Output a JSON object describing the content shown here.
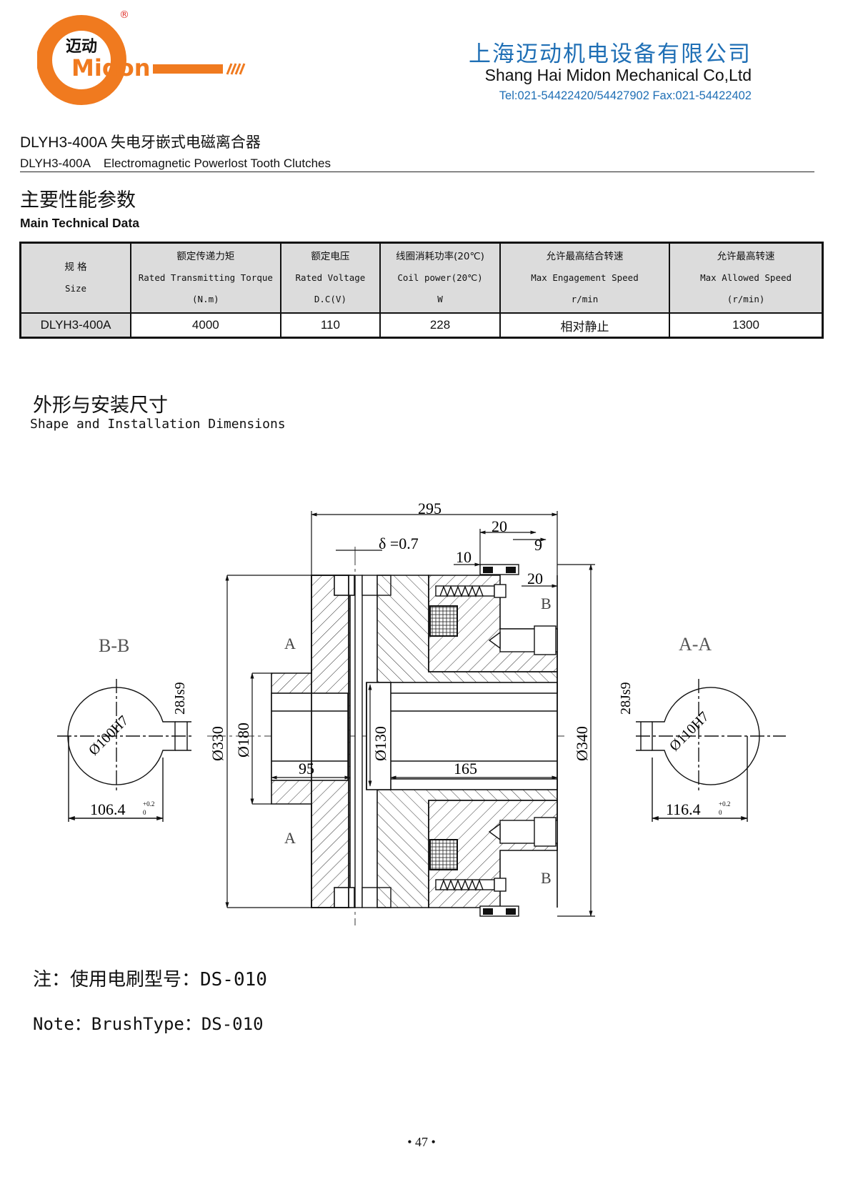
{
  "header": {
    "logo_text": "Midon",
    "logo_cn": "迈动",
    "logo_reg": "®",
    "company_cn": "上海迈动机电设备有限公司",
    "company_en": "Shang Hai Midon Mechanical Co,Ltd",
    "contact": "Tel:021-54422420/54427902 Fax:021-54422402",
    "brand_color": "#f07a1f",
    "accent_color": "#1f6fb5"
  },
  "product": {
    "title_cn": "DLYH3-400A 失电牙嵌式电磁离合器",
    "title_en": "DLYH3-400A    Electromagnetic Powerlost Tooth Clutches"
  },
  "section_tech": {
    "title_cn": "主要性能参数",
    "title_en": "Main Technical Data"
  },
  "table": {
    "headers": [
      {
        "cn": "规 格",
        "en": "Size",
        "unit": ""
      },
      {
        "cn": "额定传递力矩",
        "en": "Rated Transmitting Torque",
        "unit": "(N.m)"
      },
      {
        "cn": "额定电压",
        "en": "Rated Voltage",
        "unit": "D.C(V)"
      },
      {
        "cn": "线圈消耗功率(20℃)",
        "en": "Coil power(20℃)",
        "unit": "W"
      },
      {
        "cn": "允许最高结合转速",
        "en": "Max Engagement Speed",
        "unit": "r/min"
      },
      {
        "cn": "允许最高转速",
        "en": "Max Allowed Speed",
        "unit": "(r/min)"
      }
    ],
    "row": [
      "DLYH3-400A",
      "4000",
      "110",
      "228",
      "相对静止",
      "1300"
    ]
  },
  "section_dims": {
    "title_cn": "外形与安装尺寸",
    "title_en": "Shape and Installation Dimensions"
  },
  "drawing": {
    "overall_length": "295",
    "delta": "δ =0.7",
    "dim_20_top": "20",
    "dim_9": "9",
    "dim_10": "10",
    "dim_20_right": "20",
    "label_B": "B",
    "label_A": "A",
    "section_BB": "B-B",
    "section_AA": "A-A",
    "keyway_left": "28Js9",
    "keyway_right": "28Js9",
    "bore_left": "Ø100H7",
    "bore_right": "Ø110H7",
    "key_depth_left": "106.4",
    "key_depth_right": "116.4",
    "tol_upper": "+0.2",
    "tol_lower": "0",
    "dia_330": "Ø330",
    "dia_180": "Ø180",
    "dia_130": "Ø130",
    "dia_340": "Ø340",
    "len_95": "95",
    "len_165": "165"
  },
  "note": {
    "cn": "注：使用电刷型号：DS-010",
    "en": "Note：BrushType：DS-010"
  },
  "page": {
    "number": "• 47 •"
  }
}
